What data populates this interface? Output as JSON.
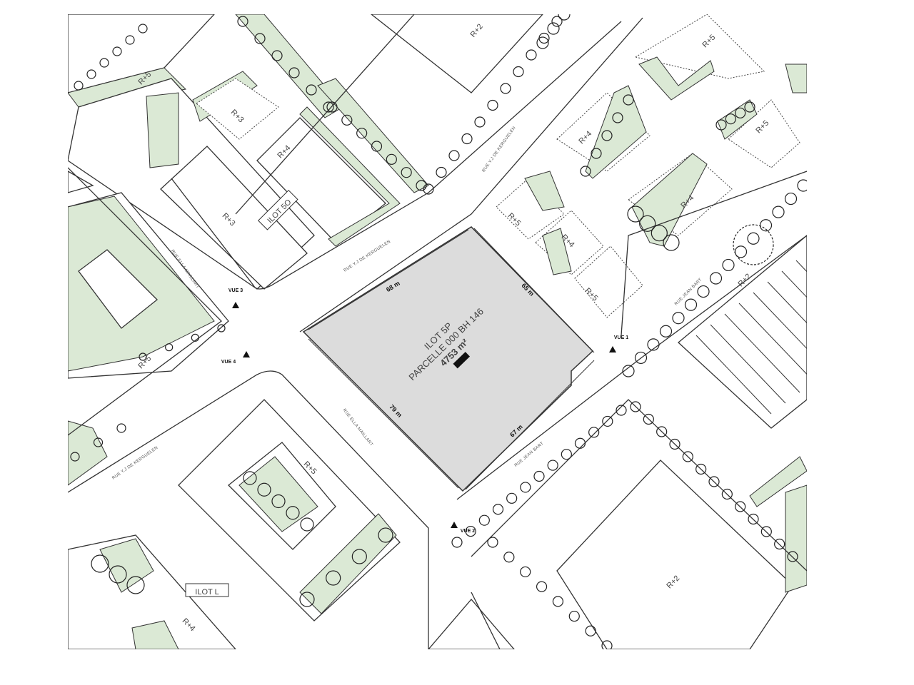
{
  "parcel": {
    "name": "ILOT 5P",
    "cadastre": "PARCELLE 000 BH 146",
    "area": "4753 m²",
    "dimensions": [
      "68 m",
      "65 m",
      "79 m",
      "67 m"
    ],
    "fill_color": "#dcdcdc"
  },
  "block_labels": [
    "R+2",
    "R+5",
    "R+3",
    "R+4",
    "R+3",
    "R+5",
    "R+4",
    "R+5",
    "R+4",
    "R+5",
    "R+4",
    "R+5",
    "R+2",
    "R+5",
    "R+5",
    "R+2",
    "R+4"
  ],
  "ilot_labels": [
    "ILOT 5O",
    "ILOT L"
  ],
  "streets": [
    "RUE Y.J DE KERGUELEN",
    "RUE Y.J DE KERGUELEN",
    "RUE ELLA MAILLART",
    "RUE ELLA MAILLART",
    "RUE Y.J DE KERGUELEN",
    "RUE JEAN BART",
    "RUE JEAN BART"
  ],
  "views": [
    "VUE 1",
    "VUE 2",
    "VUE 3",
    "VUE 4"
  ],
  "colors": {
    "green_space": "#dbe9d5",
    "parcel": "#dcdcdc",
    "lines": "#333333"
  }
}
